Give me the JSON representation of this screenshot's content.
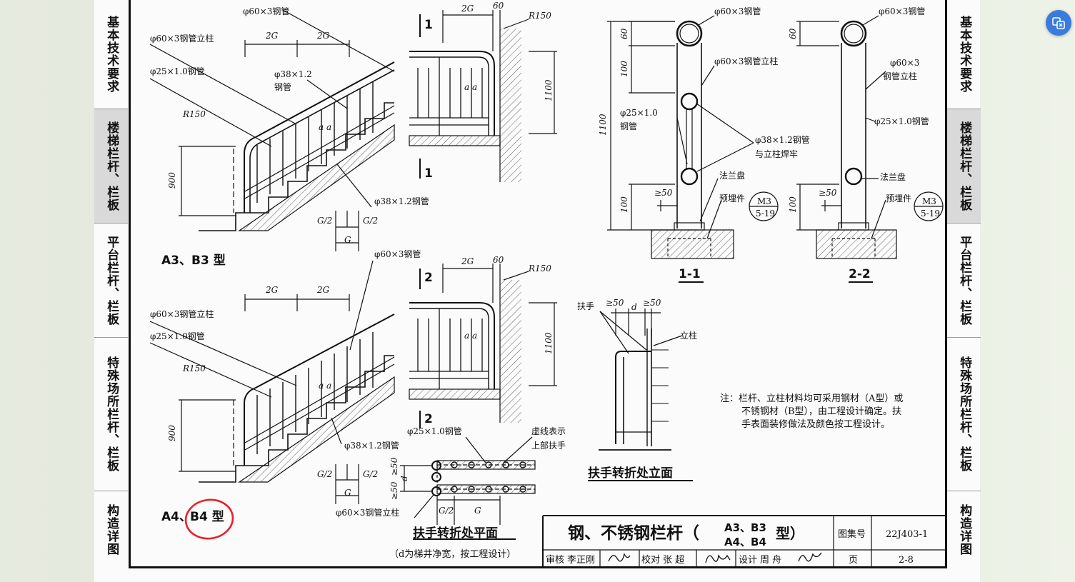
{
  "sidebar": {
    "sections": [
      {
        "label": "基本技术要求",
        "active": false
      },
      {
        "label": "楼梯栏杆、栏板",
        "active": true
      },
      {
        "label": "平台栏杆、栏板",
        "active": false
      },
      {
        "label": "特殊场所栏杆、栏板",
        "active": false
      },
      {
        "label": "构造详图",
        "active": false
      }
    ]
  },
  "drawing": {
    "a3": {
      "title": "A3、B3 型",
      "top_tube": "φ60×3钢管",
      "post": "φ60×3钢管立柱",
      "rail25": "φ25×1.0钢管",
      "rail38": "φ38×1.2",
      "rail38b": "钢管",
      "rail38c": "φ38×1.2钢管",
      "r": "R150",
      "h": "900",
      "g2": "2G",
      "g2b": "2G",
      "gh1": "G/2",
      "gh2": "G/2",
      "g": "G",
      "aa": "a a"
    },
    "a4": {
      "title_a": "A4、",
      "title_b": "B4 型",
      "top_tube": "φ60×3钢管",
      "post": "φ60×3钢管立柱",
      "rail25": "φ25×1.0钢管",
      "rail38": "φ38×1.2钢管",
      "r": "R150",
      "h": "900",
      "g2": "2G",
      "g2b": "2G",
      "gh1": "G/2",
      "gh2": "G/2",
      "g": "G",
      "aa": "a a"
    },
    "e1": {
      "mark": "1",
      "mark_b": "1",
      "w2g": "2G",
      "w60": "60",
      "r": "R150",
      "h": "1100",
      "aa": "a a"
    },
    "e2": {
      "mark": "2",
      "mark_b": "2",
      "w2g": "2G",
      "w60": "60",
      "r": "R150",
      "h": "1100",
      "aa": "a a"
    },
    "s1": {
      "title": "1-1",
      "tube": "φ60×3钢管",
      "post": "φ60×3钢管立柱",
      "rail25a": "φ25×1.0",
      "rail25b": "钢管",
      "weld1": "φ38×1.2钢管",
      "weld2": "与立柱焊牢",
      "flange": "法兰盘",
      "embed": "预埋件",
      "m3": "M3",
      "m3b": "5-19",
      "d60": "60",
      "d100": "100",
      "d1100": "1100",
      "d100b": "100",
      "gt50": "≥50"
    },
    "s2": {
      "title": "2-2",
      "tube": "φ60×3钢管",
      "post_a": "φ60×3",
      "post_b": "钢管立柱",
      "rail25": "φ25×1.0钢管",
      "flange": "法兰盘",
      "embed": "预埋件",
      "m3": "M3",
      "m3b": "5-19",
      "d60": "60",
      "d100": "100",
      "gt50": "≥50"
    },
    "plan": {
      "title": "扶手转折处平面",
      "sub": "（d为梯井净宽，按工程设计）",
      "rail25": "φ25×1.0钢管",
      "dash1": "虚线表示",
      "dash2": "上部扶手",
      "post": "φ60×3钢管立柱",
      "gt50a": "≥50",
      "gt50b": "≥50",
      "d": "d",
      "g2": "G/2",
      "g": "G"
    },
    "elev": {
      "title": "扶手转折处立面",
      "handrail": "扶手",
      "post": "立柱",
      "gt50a": "≥50",
      "d": "d",
      "gt50b": "≥50"
    },
    "note": {
      "l1": "注：栏杆、立柱材料均可采用钢材（A型）或",
      "l2": "不锈钢材（B型），由工程设计确定。扶",
      "l3": "手表面装修做法及颜色按工程设计。"
    }
  },
  "title_block": {
    "title": "钢、不锈钢栏杆（",
    "t_a3b3": "A3、B3",
    "t_a4b4": "A4、B4",
    "t_type": "型）",
    "atlas_label": "图集号",
    "atlas_no": "22J403-1",
    "page_label": "页",
    "page_no": "2-8",
    "review": "审核",
    "reviewer": "李正刚",
    "check": "校对",
    "checker": "张 超",
    "design": "设计",
    "designer": "周 舟"
  },
  "colors": {
    "annotation_red": "#e8202a",
    "fab_blue": "#3a7bdc"
  },
  "fab": {
    "icon": "translate-icon"
  }
}
